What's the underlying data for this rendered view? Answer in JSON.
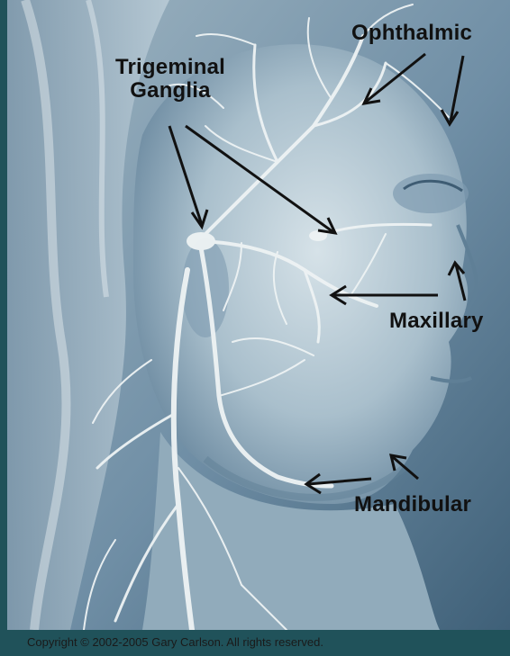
{
  "labels": {
    "trigeminal_line1": "Trigeminal",
    "trigeminal_line2": "Ganglia",
    "ophthalmic": "Ophthalmic",
    "maxillary": "Maxillary",
    "mandibular": "Mandibular"
  },
  "copyright": "Copyright © 2002-2005 Gary Carlson. All rights reserved.",
  "colors": {
    "frame": "#20525a",
    "skin_light": "#c9d8e0",
    "skin_mid": "#8ea8b8",
    "skin_dark": "#4e6d84",
    "nerve": "#eef3f4",
    "arrow": "#111111"
  }
}
